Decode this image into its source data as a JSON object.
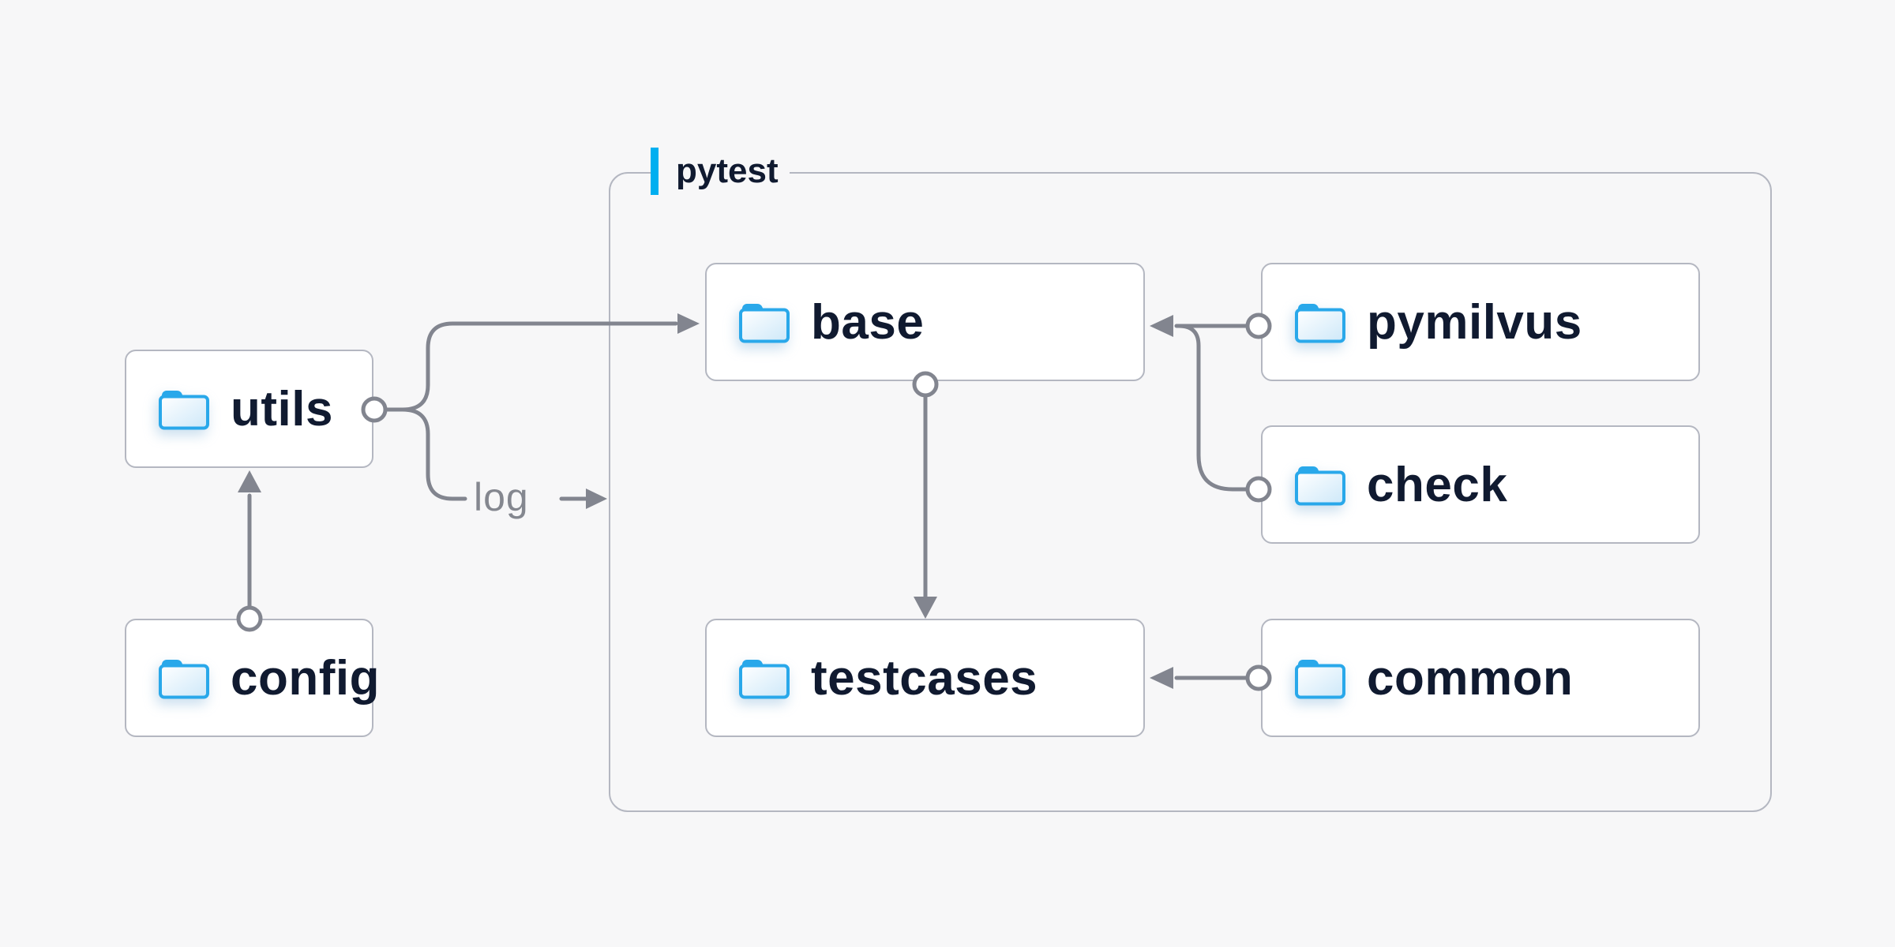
{
  "canvas": {
    "background": "#f7f7f8"
  },
  "container": {
    "label": "pytest"
  },
  "nodes": [
    {
      "id": "utils",
      "label": "utils",
      "icon": "folder-icon"
    },
    {
      "id": "config",
      "label": "config",
      "icon": "folder-icon"
    },
    {
      "id": "base",
      "label": "base",
      "icon": "folder-icon"
    },
    {
      "id": "pymilvus",
      "label": "pymilvus",
      "icon": "folder-icon"
    },
    {
      "id": "check",
      "label": "check",
      "icon": "folder-icon"
    },
    {
      "id": "testcases",
      "label": "testcases",
      "icon": "folder-icon"
    },
    {
      "id": "common",
      "label": "common",
      "icon": "folder-icon"
    }
  ],
  "edges": [
    {
      "from": "config",
      "to": "utils"
    },
    {
      "from": "utils",
      "to": "base"
    },
    {
      "from": "utils",
      "to": "pytest",
      "label": "log"
    },
    {
      "from": "pymilvus",
      "to": "base"
    },
    {
      "from": "check",
      "to": "base"
    },
    {
      "from": "base",
      "to": "testcases"
    },
    {
      "from": "common",
      "to": "testcases"
    }
  ],
  "colors": {
    "background": "#f7f7f8",
    "node_fill": "#ffffff",
    "node_border": "#b4b7c1",
    "container_border": "#b4b7c1",
    "connector": "#82858f",
    "text_dark": "#101a30",
    "text_muted": "#84878f",
    "accent": "#00aff0",
    "folder_blue": "#29a8ea"
  }
}
